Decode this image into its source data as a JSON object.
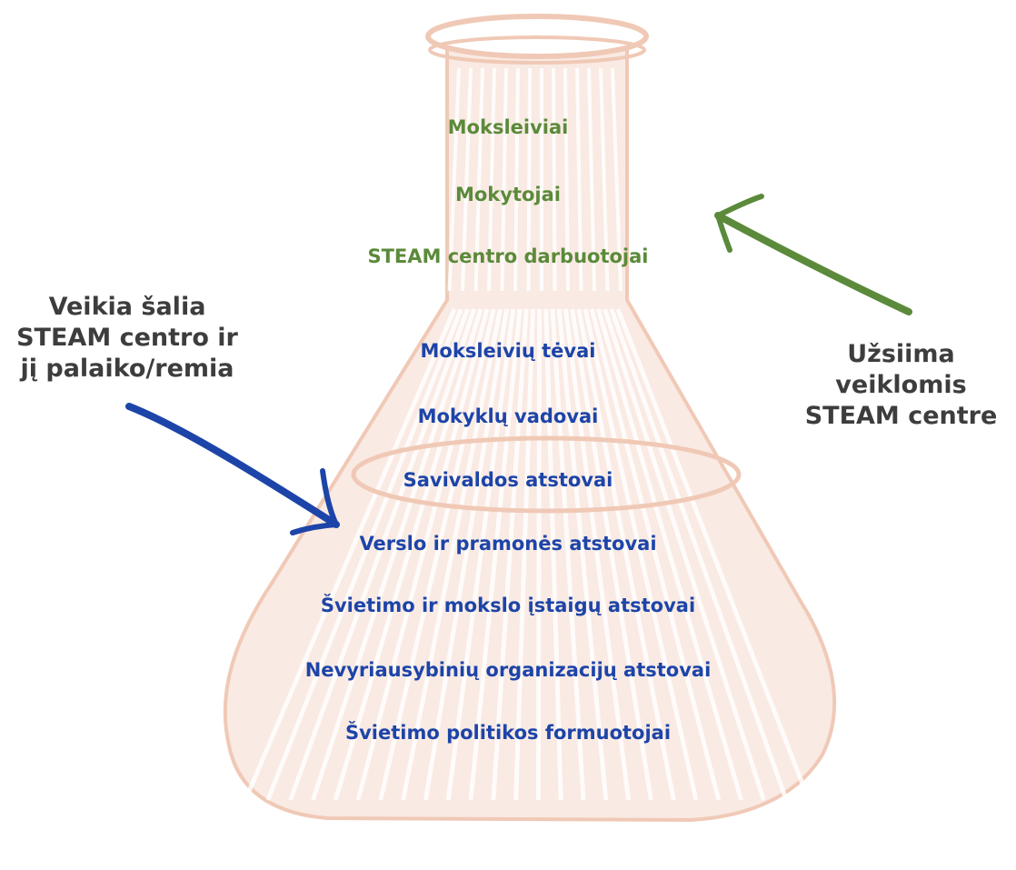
{
  "colors": {
    "flask": "#f4d9cc",
    "flask_line": "#f0c9b6",
    "green": "#5b8a3a",
    "blue": "#1d44a8",
    "side_text": "#3d3d3d"
  },
  "inner_group": {
    "items": [
      "Moksleiviai",
      "Mokytojai",
      "STEAM centro darbuotojai"
    ]
  },
  "outer_group": {
    "items": [
      "Moksleivių tėvai",
      "Mokyklų vadovai",
      "Savivaldos atstovai",
      "Verslo ir pramonės atstovai",
      "Švietimo ir mokslo įstaigų atstovai",
      "Nevyriausybinių organizacijų atstovai",
      "Švietimo politikos formuotojai"
    ]
  },
  "left_note": {
    "lines": [
      "Veikia šalia",
      "STEAM centro ir",
      "jį palaiko/remia"
    ]
  },
  "right_note": {
    "lines": [
      "Užsiima",
      "veiklomis",
      "STEAM centre"
    ]
  }
}
